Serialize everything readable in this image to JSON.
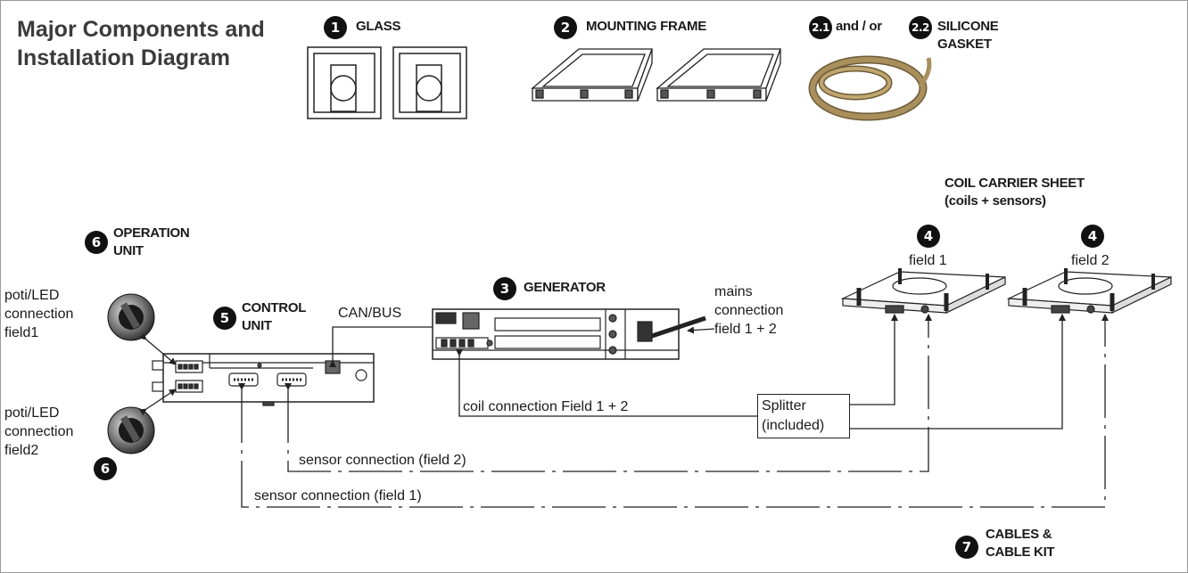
{
  "title": {
    "line1": "Major Components and",
    "line2": "Installation Diagram"
  },
  "components": {
    "glass": {
      "num": "1",
      "label": "GLASS"
    },
    "mounting_frame": {
      "num": "2",
      "label": "MOUNTING FRAME"
    },
    "gasket": {
      "num_a": "2.1",
      "join": "and / or",
      "num_b": "2.2",
      "label_line1": "SILICONE",
      "label_line2": "GASKET"
    },
    "generator": {
      "num": "3",
      "label": "GENERATOR"
    },
    "coil_carrier": {
      "label_line1": "COIL CARRIER SHEET",
      "label_line2": "(coils + sensors)",
      "num": "4",
      "field1": "field 1",
      "field2": "field 2"
    },
    "control_unit": {
      "num": "5",
      "label_line1": "CONTROL",
      "label_line2": "UNIT"
    },
    "operation_unit": {
      "num": "6",
      "label_line1": "OPERATION",
      "label_line2": "UNIT"
    },
    "cables": {
      "num": "7",
      "label_line1": "CABLES &",
      "label_line2": "CABLE KIT"
    }
  },
  "connections": {
    "can_bus": "CAN/BUS",
    "mains_line1": "mains",
    "mains_line2": "connection",
    "mains_line3": "field 1 + 2",
    "coil": "coil connection Field 1 + 2",
    "sensor_field2": "sensor connection (field 2)",
    "sensor_field1": "sensor connection (field 1)",
    "splitter_line1": "Splitter",
    "splitter_line2": "(included)",
    "poti_line1": "poti/LED",
    "poti_line2": "connection",
    "poti_field1": "field1",
    "poti_field2": "field2"
  },
  "colors": {
    "line": "#222222",
    "badge": "#111111",
    "gasket": "#a88f5c",
    "gasket_dark": "#6e5c38",
    "title": "#3b3b3b"
  }
}
